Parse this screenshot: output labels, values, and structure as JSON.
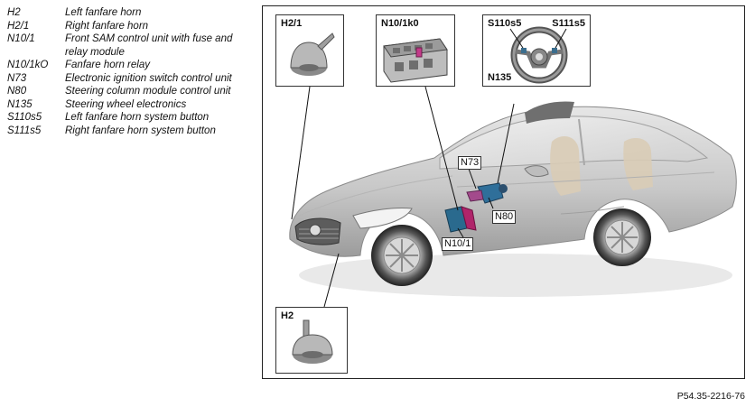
{
  "legend": [
    {
      "code": "H2",
      "desc": "Left fanfare horn"
    },
    {
      "code": "H2/1",
      "desc": "Right fanfare horn"
    },
    {
      "code": "N10/1",
      "desc": "Front SAM control unit with fuse and relay module"
    },
    {
      "code": "N10/1kO",
      "desc": "Fanfare horn relay"
    },
    {
      "code": "N73",
      "desc": "Electronic ignition switch control unit"
    },
    {
      "code": "N80",
      "desc": "Steering column module control unit"
    },
    {
      "code": "N135",
      "desc": "Steering wheel electronics"
    },
    {
      "code": "S110s5",
      "desc": "Left fanfare horn system button"
    },
    {
      "code": "S111s5",
      "desc": "Right fanfare horn system button"
    }
  ],
  "insets": {
    "h21": "H2/1",
    "n101k0": "N10/1k0",
    "s110s5": "S110s5",
    "s111s5": "S111s5",
    "n135": "N135",
    "h2": "H2"
  },
  "callouts": {
    "n73": "N73",
    "n80": "N80",
    "n101": "N10/1"
  },
  "reference": "P54.35-2216-76"
}
